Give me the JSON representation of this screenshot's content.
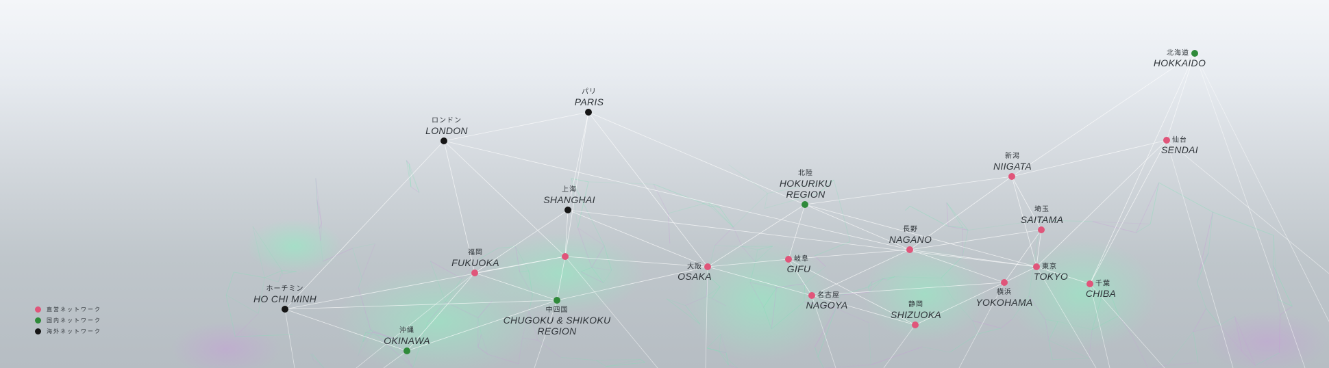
{
  "colors": {
    "direct": "#e0557a",
    "domestic": "#2f8a3a",
    "overseas": "#161616",
    "line": "#ffffff",
    "mesh_green": "#7fe0b6",
    "mesh_purple": "#c89ad8"
  },
  "legend": [
    {
      "label": "直営ネットワーク",
      "type": "direct"
    },
    {
      "label": "国内ネットワーク",
      "type": "domestic"
    },
    {
      "label": "海外ネットワーク",
      "type": "overseas"
    }
  ],
  "nodes": [
    {
      "id": "hokkaido",
      "jp": "北海道",
      "en": "HOKKAIDO",
      "type": "domestic"
    },
    {
      "id": "paris",
      "jp": "パリ",
      "en": "PARIS",
      "type": "overseas"
    },
    {
      "id": "london",
      "jp": "ロンドン",
      "en": "LONDON",
      "type": "overseas"
    },
    {
      "id": "sendai",
      "jp": "仙台",
      "en": "SENDAI",
      "type": "direct"
    },
    {
      "id": "niigata",
      "jp": "新潟",
      "en": "NIIGATA",
      "type": "direct"
    },
    {
      "id": "hokuriku",
      "jp": "北陸",
      "en": "HOKURIKU REGION",
      "type": "domestic"
    },
    {
      "id": "shanghai",
      "jp": "上海",
      "en": "SHANGHAI",
      "type": "overseas"
    },
    {
      "id": "saitama",
      "jp": "埼玉",
      "en": "SAITAMA",
      "type": "direct"
    },
    {
      "id": "nagano",
      "jp": "長野",
      "en": "NAGANO",
      "type": "direct"
    },
    {
      "id": "fukuoka",
      "jp": "福岡",
      "en": "FUKUOKA",
      "type": "direct"
    },
    {
      "id": "unlabeled",
      "jp": "",
      "en": "",
      "type": "direct"
    },
    {
      "id": "osaka",
      "jp": "大阪",
      "en": "OSAKA",
      "type": "direct"
    },
    {
      "id": "gifu",
      "jp": "岐阜",
      "en": "GIFU",
      "type": "direct"
    },
    {
      "id": "tokyo",
      "jp": "東京",
      "en": "TOKYO",
      "type": "direct"
    },
    {
      "id": "yokohama",
      "jp": "横浜",
      "en": "YOKOHAMA",
      "type": "direct"
    },
    {
      "id": "chiba",
      "jp": "千葉",
      "en": "CHIBA",
      "type": "direct"
    },
    {
      "id": "hochiminh",
      "jp": "ホーチミン",
      "en": "HO CHI MINH",
      "type": "overseas"
    },
    {
      "id": "chugoku",
      "jp": "中四国",
      "en": "CHUGOKU & SHIKOKU REGION",
      "type": "domestic"
    },
    {
      "id": "nagoya",
      "jp": "名古屋",
      "en": "NAGOYA",
      "type": "direct"
    },
    {
      "id": "shizuoka",
      "jp": "静岡",
      "en": "SHIZUOKA",
      "type": "direct"
    },
    {
      "id": "okinawa",
      "jp": "沖縄",
      "en": "OKINAWA",
      "type": "domestic"
    }
  ],
  "links": [
    [
      "hokkaido",
      "niigata"
    ],
    [
      "hokkaido",
      "sendai"
    ],
    [
      "hokkaido",
      "chiba"
    ],
    [
      "paris",
      "london"
    ],
    [
      "paris",
      "hokuriku"
    ],
    [
      "paris",
      "shanghai"
    ],
    [
      "paris",
      "unlabeled"
    ],
    [
      "paris",
      "osaka"
    ],
    [
      "london",
      "fukuoka"
    ],
    [
      "london",
      "hochiminh"
    ],
    [
      "london",
      "nagano"
    ],
    [
      "london",
      "unlabeled"
    ],
    [
      "sendai",
      "niigata"
    ],
    [
      "sendai",
      "tokyo"
    ],
    [
      "sendai",
      "chiba"
    ],
    [
      "niigata",
      "hokuriku"
    ],
    [
      "niigata",
      "saitama"
    ],
    [
      "niigata",
      "tokyo"
    ],
    [
      "niigata",
      "nagano"
    ],
    [
      "hokuriku",
      "gifu"
    ],
    [
      "hokuriku",
      "osaka"
    ],
    [
      "hokuriku",
      "nagano"
    ],
    [
      "hokuriku",
      "tokyo"
    ],
    [
      "shanghai",
      "fukuoka"
    ],
    [
      "shanghai",
      "unlabeled"
    ],
    [
      "shanghai",
      "osaka"
    ],
    [
      "shanghai",
      "tokyo"
    ],
    [
      "saitama",
      "tokyo"
    ],
    [
      "saitama",
      "yokohama"
    ],
    [
      "saitama",
      "nagano"
    ],
    [
      "nagano",
      "tokyo"
    ],
    [
      "nagano",
      "gifu"
    ],
    [
      "nagano",
      "yokohama"
    ],
    [
      "nagano",
      "nagoya"
    ],
    [
      "fukuoka",
      "unlabeled"
    ],
    [
      "fukuoka",
      "okinawa"
    ],
    [
      "fukuoka",
      "chugoku"
    ],
    [
      "unlabeled",
      "osaka"
    ],
    [
      "unlabeled",
      "chugoku"
    ],
    [
      "osaka",
      "gifu"
    ],
    [
      "osaka",
      "nagoya"
    ],
    [
      "osaka",
      "chugoku"
    ],
    [
      "gifu",
      "nagoya"
    ],
    [
      "gifu",
      "shizuoka"
    ],
    [
      "tokyo",
      "yokohama"
    ],
    [
      "tokyo",
      "chiba"
    ],
    [
      "yokohama",
      "shizuoka"
    ],
    [
      "yokohama",
      "nagoya"
    ],
    [
      "hochiminh",
      "chugoku"
    ],
    [
      "hochiminh",
      "okinawa"
    ],
    [
      "hochiminh",
      "unlabeled"
    ],
    [
      "nagoya",
      "shizuoka"
    ],
    [
      "chugoku",
      "okinawa"
    ]
  ]
}
